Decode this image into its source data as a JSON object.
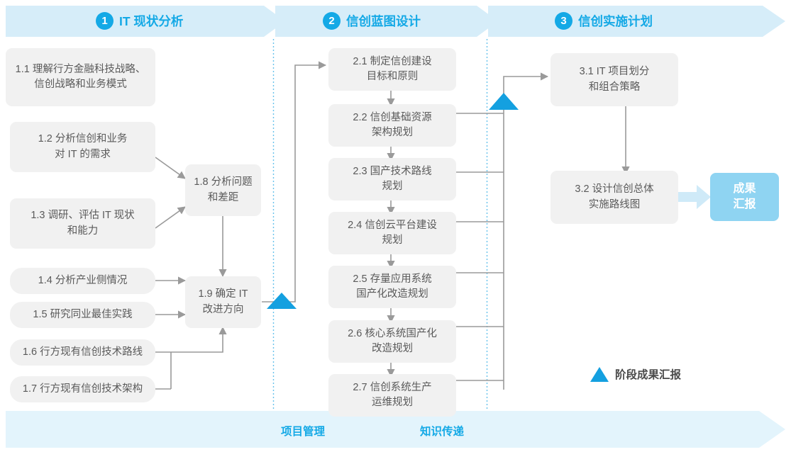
{
  "diagram": {
    "phases": [
      {
        "number": "1",
        "title": "IT 现状分析"
      },
      {
        "number": "2",
        "title": "信创蓝图设计"
      },
      {
        "number": "3",
        "title": "信创实施计划"
      }
    ],
    "phase1_nodes": [
      {
        "id": "1.1",
        "text": "1.1 理解行方金融科技战略、\n信创战略和业务模式"
      },
      {
        "id": "1.2",
        "text": "1.2 分析信创和业务\n对 IT 的需求"
      },
      {
        "id": "1.3",
        "text": "1.3 调研、评估 IT 现状\n和能力"
      },
      {
        "id": "1.4",
        "text": "1.4 分析产业侧情况"
      },
      {
        "id": "1.5",
        "text": "1.5 研究同业最佳实践"
      },
      {
        "id": "1.6",
        "text": "1.6 行方现有信创技术路线"
      },
      {
        "id": "1.7",
        "text": "1.7 行方现有信创技术架构"
      },
      {
        "id": "1.8",
        "text": "1.8 分析问题\n和差距"
      },
      {
        "id": "1.9",
        "text": "1.9 确定 IT\n改进方向"
      }
    ],
    "phase2_nodes": [
      {
        "id": "2.1",
        "text": "2.1 制定信创建设\n目标和原则"
      },
      {
        "id": "2.2",
        "text": "2.2 信创基础资源\n架构规划"
      },
      {
        "id": "2.3",
        "text": "2.3 国产技术路线\n规划"
      },
      {
        "id": "2.4",
        "text": "2.4 信创云平台建设\n规划"
      },
      {
        "id": "2.5",
        "text": "2.5 存量应用系统\n国产化改造规划"
      },
      {
        "id": "2.6",
        "text": "2.6 核心系统国产化\n改造规划"
      },
      {
        "id": "2.7",
        "text": "2.7 信创系统生产\n运维规划"
      }
    ],
    "phase3_nodes": [
      {
        "id": "3.1",
        "text": "3.1 IT 项目划分\n和组合策略"
      },
      {
        "id": "3.2",
        "text": "3.2 设计信创总体\n实施路线图"
      }
    ],
    "deliverable": {
      "text": "成果\n汇报"
    },
    "footer_labels": [
      {
        "text": "项目管理"
      },
      {
        "text": "知识传递"
      }
    ],
    "legend": {
      "text": "阶段成果汇报",
      "marker": "triangle-milestone-icon"
    },
    "colors": {
      "accent_blue": "#14a9e6",
      "band_header": "#d6edf9",
      "band_footer": "#e3f4fc",
      "node_fill": "#f1f1f1",
      "node_text": "#5a5a5a",
      "deliverable_fill": "#8fd4f2",
      "connector": "#9a9a9a",
      "divider_dotted": "#4db8e8"
    }
  }
}
